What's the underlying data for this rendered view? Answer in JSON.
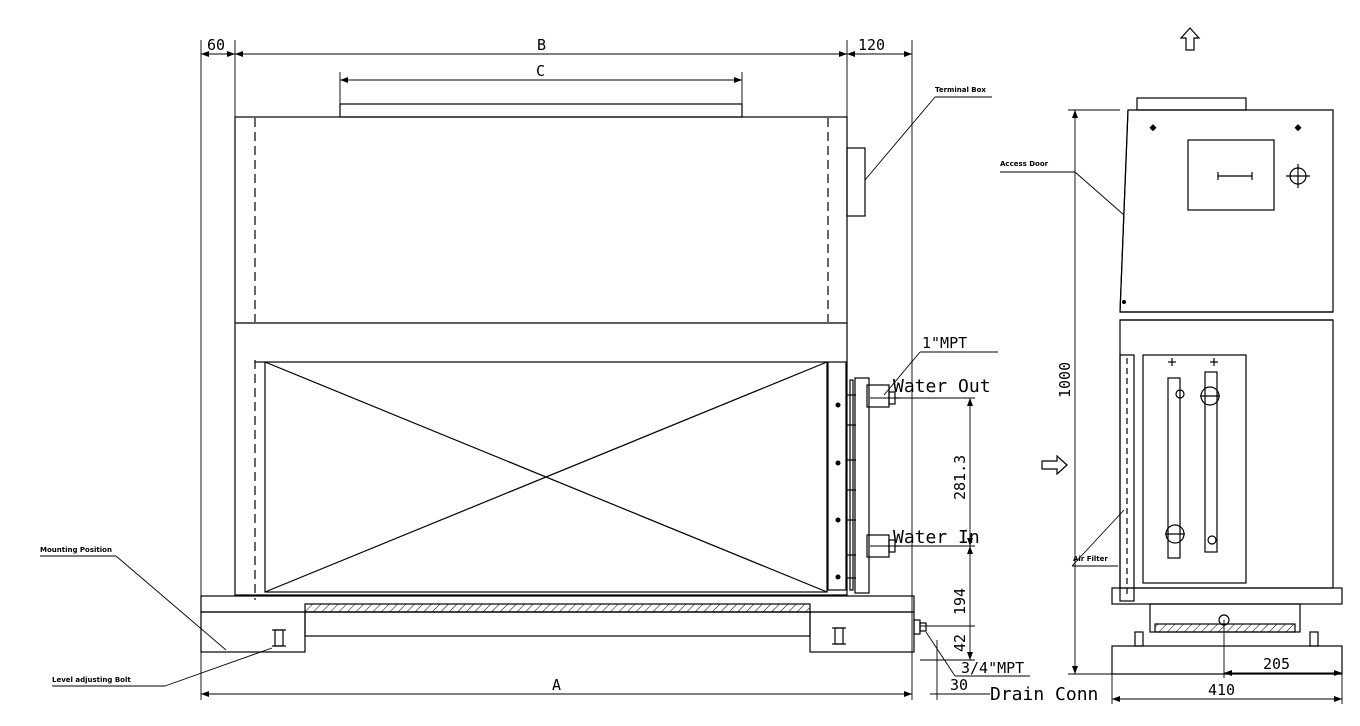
{
  "diagram": {
    "dimensions": {
      "left_offset": "60",
      "width_b": "B",
      "width_c": "C",
      "right_offset": "120",
      "width_a": "A",
      "water_spacing": "281.3",
      "inlet_height": "194",
      "drain_height": "42",
      "drain_offset": "30",
      "height_total": "1000",
      "drain_position": "205",
      "depth_total": "410"
    },
    "labels": {
      "terminal_box": "Terminal Box",
      "access_door": "Access Door",
      "water_out_size": "1\"MPT",
      "water_out": "Water Out",
      "water_in": "Water In",
      "mounting_position": "Mounting Position",
      "level_bolt": "Level adjusting Bolt",
      "drain_size": "3/4\"MPT",
      "drain_conn": "Drain Conn",
      "air_filter": "Air Filter"
    },
    "colors": {
      "ink": "#000000",
      "paper": "#ffffff"
    }
  }
}
